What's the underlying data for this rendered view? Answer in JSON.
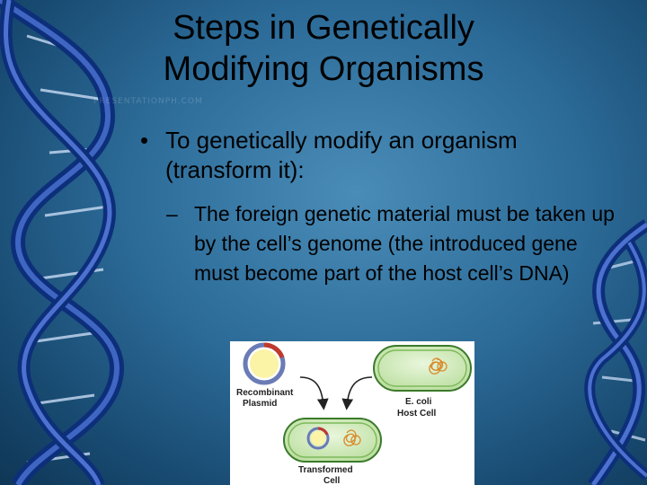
{
  "slide": {
    "title_line1": "Steps in Genetically",
    "title_line2": "Modifying Organisms",
    "watermark": "PRESENTATIONPH.COM",
    "bullet_mark": "•",
    "bullet_text": "To genetically modify an organism (transform it):",
    "sub_mark": "–",
    "sub_text": "The foreign genetic material must be taken up by the cell’s genome (the introduced gene must become part of the host cell’s DNA)"
  },
  "diagram": {
    "plasmid_label_1": "Recombinant",
    "plasmid_label_2": "Plasmid",
    "host_label_1": "E. coli",
    "host_label_2": "Host Cell",
    "transformed_label_1": "Transformed",
    "transformed_label_2": "Cell"
  }
}
